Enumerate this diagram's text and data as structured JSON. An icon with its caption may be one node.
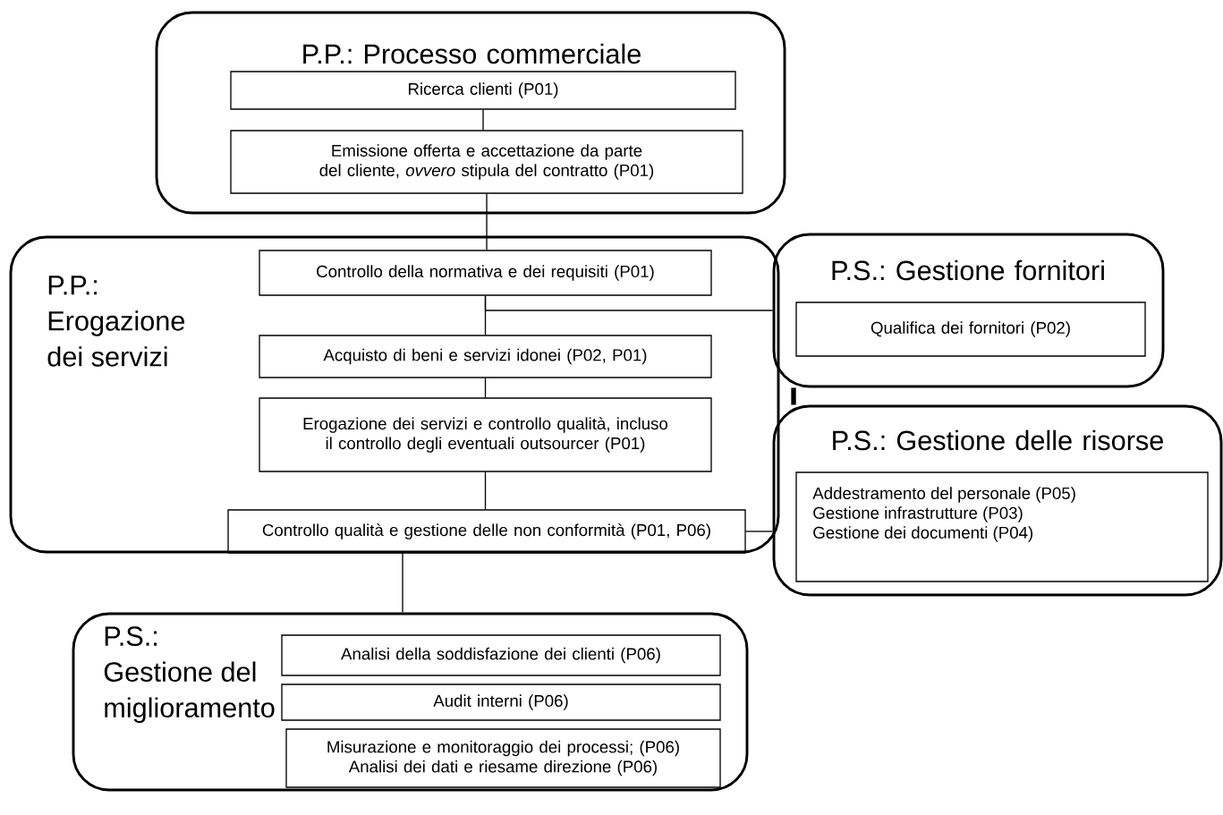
{
  "diagram": {
    "nodes": [
      {
        "text": [
          "P.P.: Processo commerciale"
        ]
      },
      {
        "text": [
          "Ricerca clienti (P01)"
        ],
        "in": 0
      },
      {
        "text": [
          "Emissione offerta e accettazione da parte del cliente, *ovvero* stipula del contratto (P01)"
        ],
        "in": 0
      },
      {
        "text": [
          "P.P.: Erogazione dei servizi"
        ]
      },
      {
        "text": [
          "Controllo della normativa e dei requisiti (P01)"
        ],
        "in": 3
      },
      {
        "text": [
          "Acquisto di beni e servizi idonei (P02, P01)"
        ],
        "in": 3
      },
      {
        "text": [
          "Erogazione dei servizi e controllo qualità, incluso il controllo degli eventuali outsourcer (P01)"
        ],
        "in": 3
      },
      {
        "text": [
          "Controllo qualità e gestione delle non conformità (P01, P06)"
        ],
        "in": 3
      },
      {
        "text": [
          "P.S.: Gestione fornitori"
        ]
      },
      {
        "text": [
          "Qualifica dei fornitori (P02)"
        ],
        "in": 8
      },
      {
        "text": [
          "P.S.: Gestione delle risorse"
        ]
      },
      {
        "text": [
          "Addestramento del personale (P05)",
          "Gestione infrastrutture (P03)",
          "Gestione dei documenti (P04)"
        ],
        "in": 10
      },
      {
        "text": [
          "P.S.: Gestione del miglioramento"
        ]
      },
      {
        "text": [
          "Analisi della soddisfazione dei clienti (P06)"
        ],
        "in": 12
      },
      {
        "text": [
          "Audit interni (P06)"
        ],
        "in": 12
      },
      {
        "text": [
          "Misurazione e monitoraggio dei processi; (P06) Analisi dei dati e riesame direzione (P06)"
        ],
        "in": 12
      }
    ],
    "edges": [
      {
        "from": 1,
        "to": 2,
        "arrow": "none"
      },
      {
        "from": 2,
        "to": 4,
        "arrow": "none"
      },
      {
        "from": 4,
        "to": 5,
        "arrow": "none"
      },
      {
        "from": 4,
        "to": 8,
        "arrow": "none"
      },
      {
        "from": 5,
        "to": 6,
        "arrow": "none"
      },
      {
        "from": 6,
        "to": 7,
        "arrow": "none"
      },
      {
        "from": 7,
        "to": 10,
        "arrow": "none"
      },
      {
        "from": 8,
        "to": 10,
        "arrow": "none",
        "style": "thick"
      },
      {
        "from": 3,
        "to": 12,
        "arrow": "none"
      }
    ]
  }
}
